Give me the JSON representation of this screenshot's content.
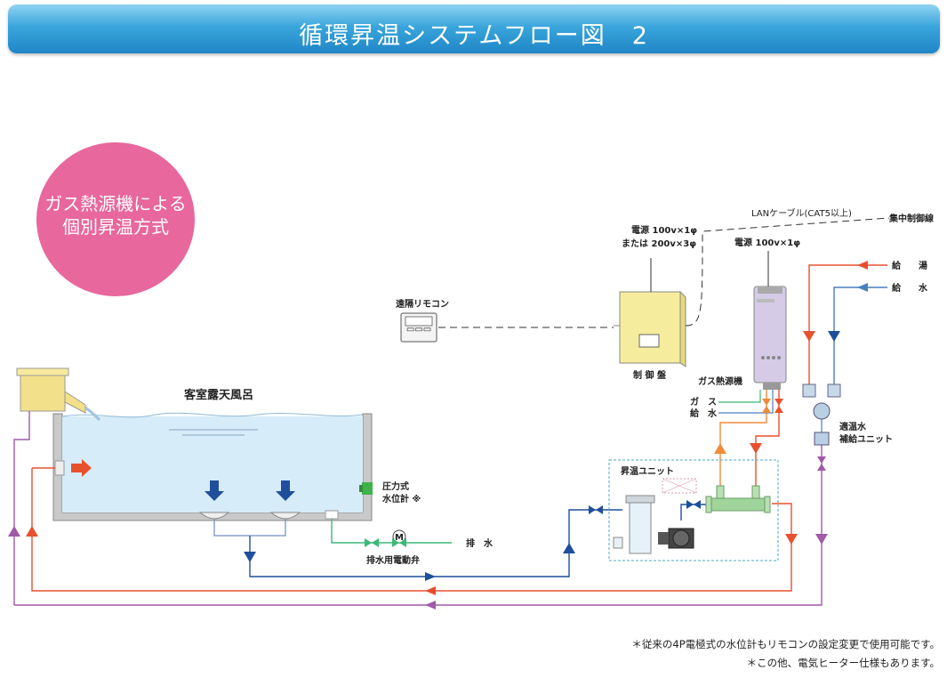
{
  "title": "循環昇温システムフロー図　2",
  "badge": "ガス熱源機による\n個別昇温方式",
  "labels": {
    "bath": "客室露天風呂",
    "remote": "遠隔リモコン",
    "power_panel_1": "電源 100v×1φ",
    "power_panel_2": "または 200v×3φ",
    "lan": "LANケーブル(CAT5以上)",
    "central": "集中制御線",
    "power_heater": "電源 100v×1φ",
    "control_panel": "制 御 盤",
    "gas_heater": "ガス熱源機",
    "gas": "ガ　ス",
    "water_in": "給　水",
    "hot_supply": "給　　湯",
    "water_supply": "給　　水",
    "tempered_1": "適温水",
    "tempered_2": "補給ユニット",
    "heat_unit": "昇温ユニット",
    "pressure_1": "圧力式",
    "pressure_2": "水位計 ※",
    "drain": "排　水",
    "drain_valve": "排水用電動弁",
    "motor": "M",
    "remote_screen": "▭▭▭"
  },
  "footnotes": [
    "＊従来の4P電極式の水位計もリモコンの設定変更で使用可能です。",
    "＊この他、電気ヒーター仕様もあります。"
  ],
  "colors": {
    "hot": "#e8512f",
    "cold": "#1f4f9c",
    "return": "#a05aa8",
    "tempered": "#4a7fbf",
    "gas": "#3cb878",
    "drain": "#3cb878",
    "orange": "#f08b3a"
  }
}
